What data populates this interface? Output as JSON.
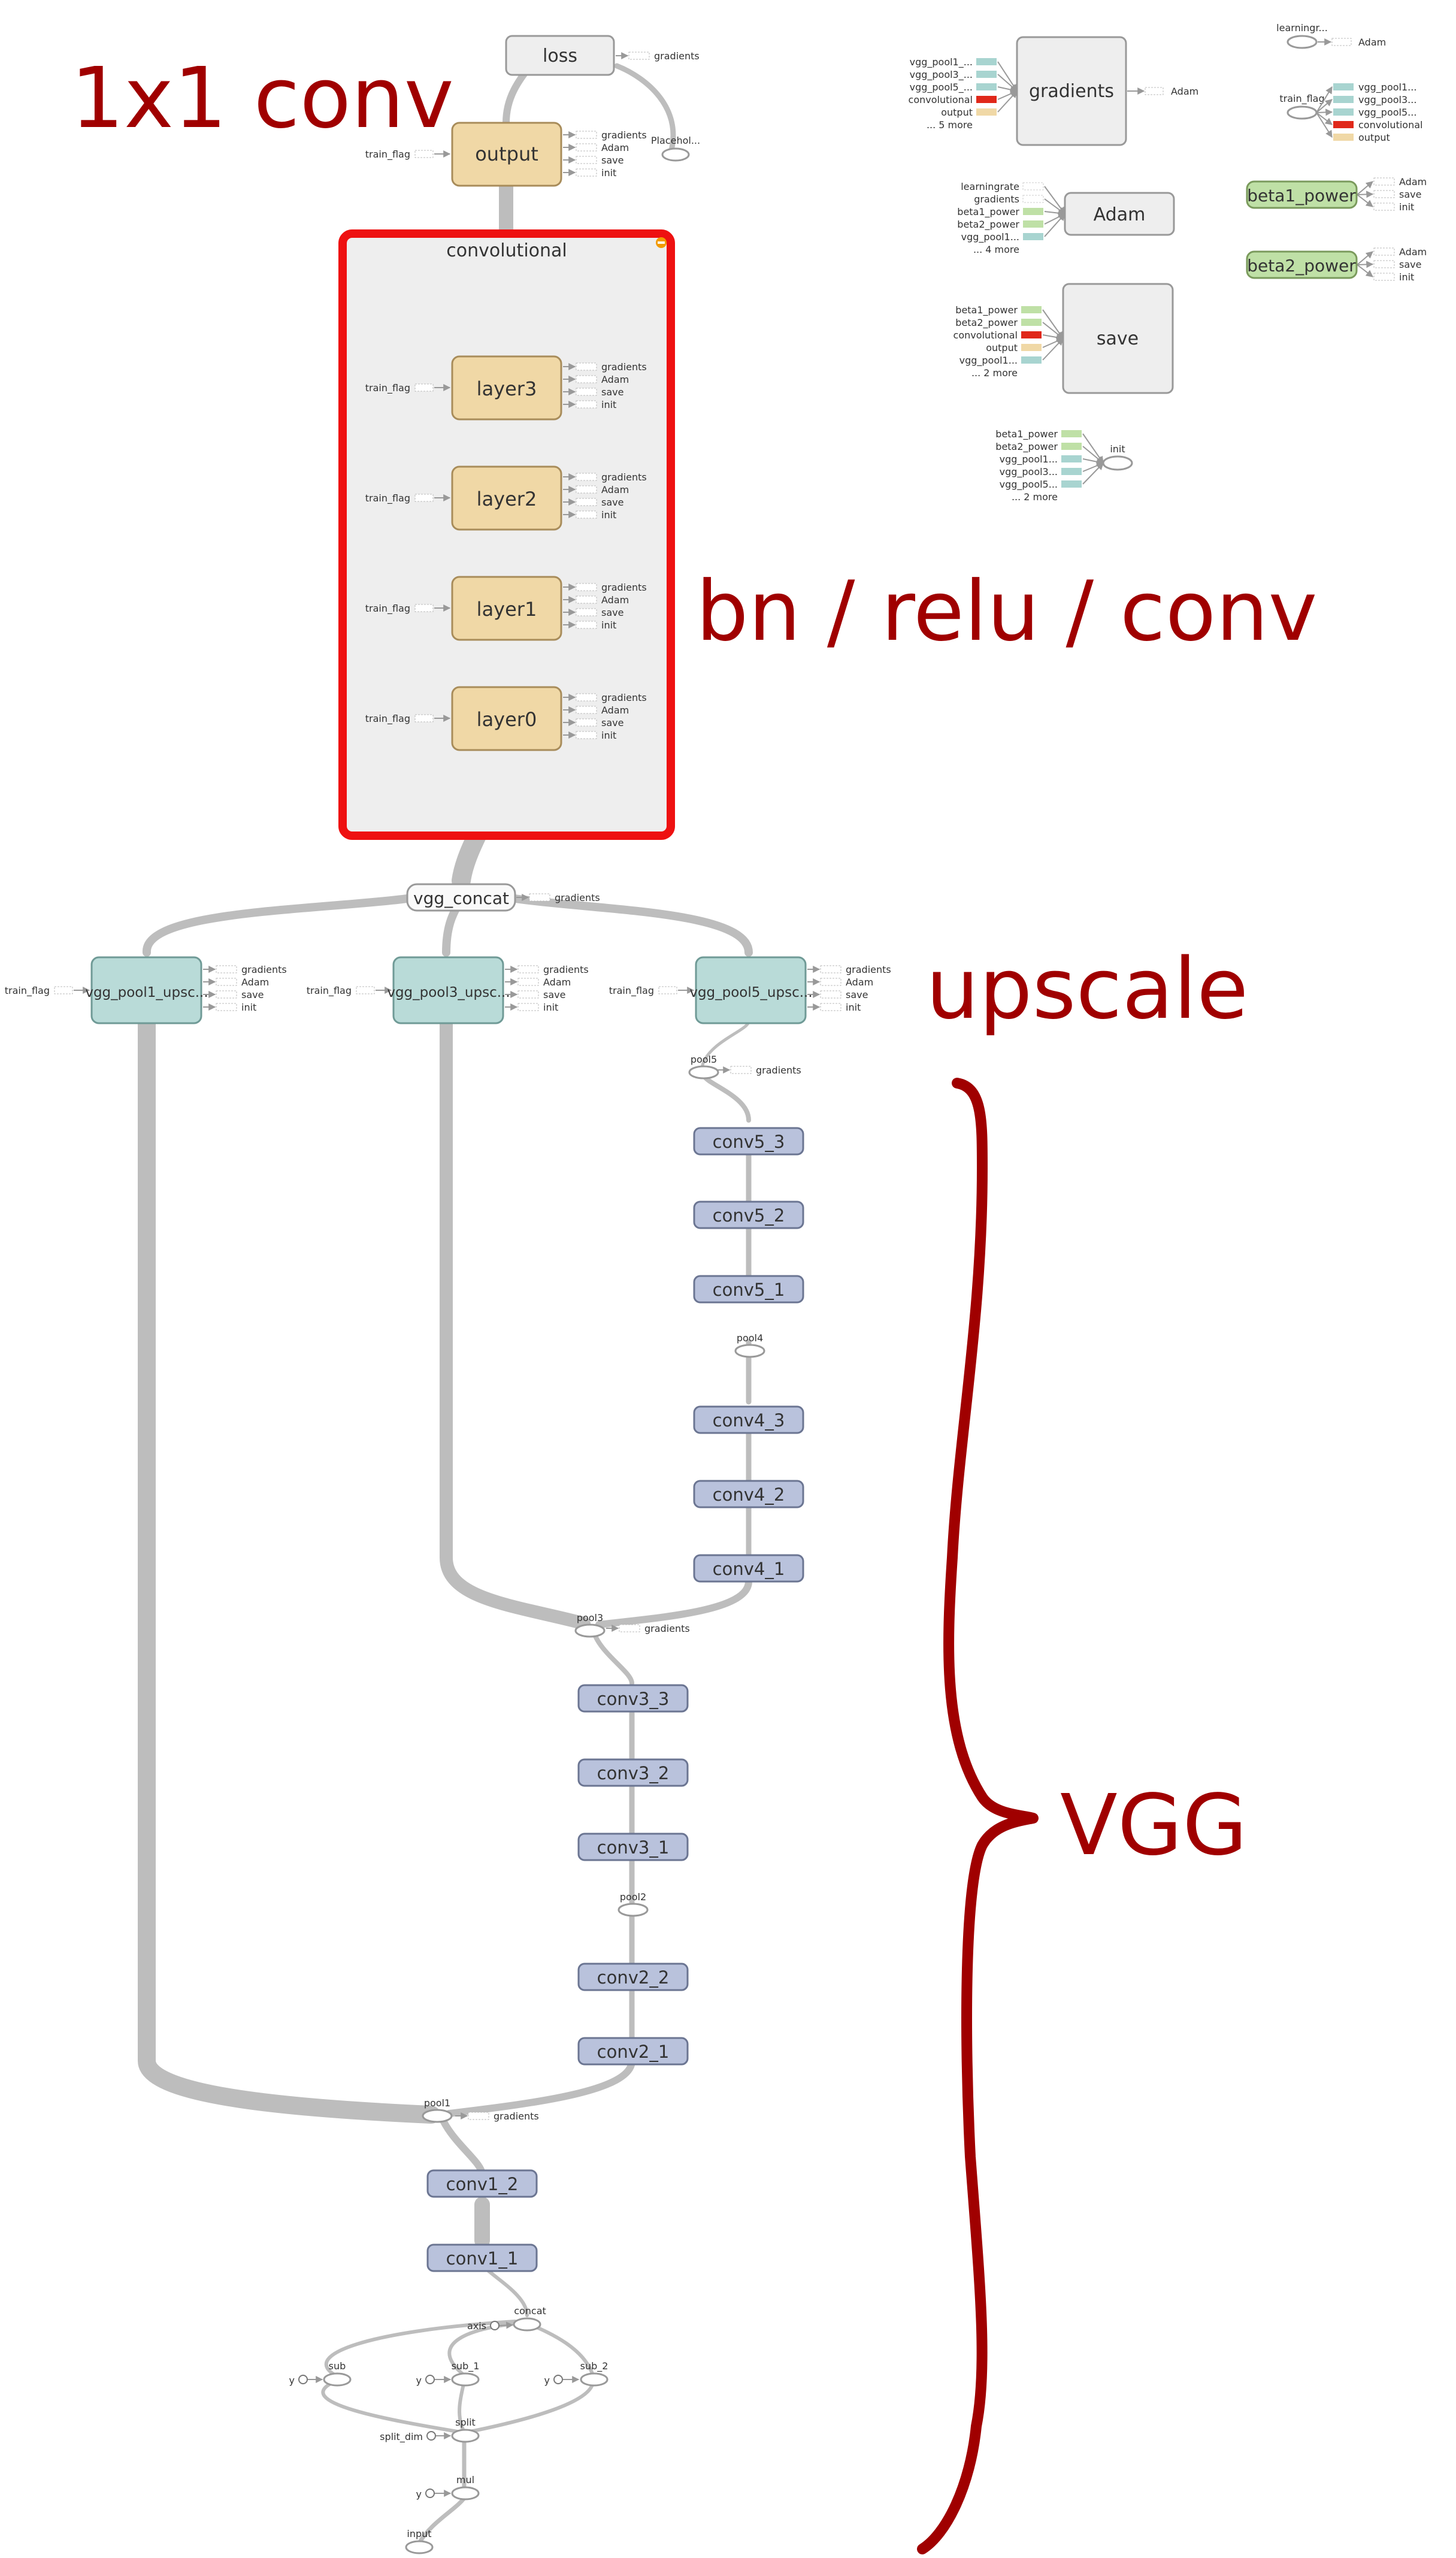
{
  "annotations": {
    "conv1x1": "1x1 conv",
    "bn": "bn / relu / conv",
    "upscale": "upscale",
    "vgg": "VGG"
  },
  "colors": {
    "annotation_red": "#a00000",
    "group_border_red": "#ee1111",
    "conv_node": "#b9c2dc",
    "layer_node": "#f0d8a6",
    "upscale_node": "#b9dbd8",
    "beta_node": "#bfe0a6",
    "meta_node": "#eeeeee",
    "edge_gray": "#bdbdbd"
  },
  "graph": {
    "group_title": "convolutional",
    "nodes": {
      "loss": "loss",
      "output": "output",
      "placeholder": "Placehol...",
      "layer3": "layer3",
      "layer2": "layer2",
      "layer1": "layer1",
      "layer0": "layer0",
      "vgg_concat": "vgg_concat",
      "up1": "vgg_pool1_upsc...",
      "up3": "vgg_pool3_upsc...",
      "up5": "vgg_pool5_upsc...",
      "pool5": "pool5",
      "conv5_3": "conv5_3",
      "conv5_2": "conv5_2",
      "conv5_1": "conv5_1",
      "pool4": "pool4",
      "conv4_3": "conv4_3",
      "conv4_2": "conv4_2",
      "conv4_1": "conv4_1",
      "pool3": "pool3",
      "conv3_3": "conv3_3",
      "conv3_2": "conv3_2",
      "conv3_1": "conv3_1",
      "pool2": "pool2",
      "conv2_2": "conv2_2",
      "conv2_1": "conv2_1",
      "pool1": "pool1",
      "conv1_2": "conv1_2",
      "conv1_1": "conv1_1",
      "concat": "concat",
      "axis": "axis",
      "sub": "sub",
      "sub_1": "sub_1",
      "sub_2": "sub_2",
      "split": "split",
      "split_dim": "split_dim",
      "mul": "mul",
      "input": "input",
      "y": "y",
      "train_flag": "train_flag",
      "gradients_box": "gradients",
      "adam_box": "Adam",
      "save_box": "save",
      "beta1_power": "beta1_power",
      "beta2_power": "beta2_power",
      "init": "init",
      "learningr": "learningr...",
      "learningrate": "learningrate"
    },
    "side_outputs": {
      "gradients": "gradients",
      "adam": "Adam",
      "save": "save",
      "init": "init"
    },
    "aux_inputs": {
      "vgg_pool1": "vgg_pool1_...",
      "vgg_pool3": "vgg_pool3_...",
      "vgg_pool5": "vgg_pool5_...",
      "convolutional": "convolutional",
      "output": "output",
      "five_more": "... 5 more",
      "four_more": "... 4 more",
      "two_more": "... 2 more",
      "beta1_power": "beta1_power",
      "beta2_power": "beta2_power",
      "vgg_pool1_short": "vgg_pool1...",
      "vgg_pool3_short": "vgg_pool3...",
      "vgg_pool5_short": "vgg_pool5...",
      "gradients": "gradients"
    }
  }
}
